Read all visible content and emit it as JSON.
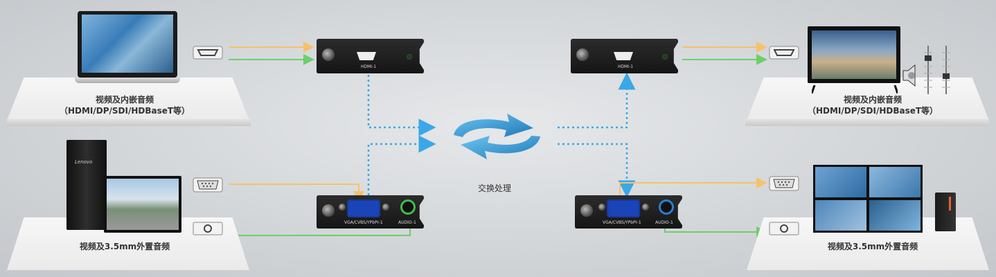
{
  "left_top_shelf": {
    "line1": "视频及内嵌音频",
    "line2": "（HDMI/DP/SDI/HDBaseT等）"
  },
  "left_bottom_shelf": {
    "line1": "视频及3.5mm外置音频"
  },
  "right_top_shelf": {
    "line1": "视频及内嵌音频",
    "line2": "（HDMI/DP/SDI/HDBaseT等）"
  },
  "right_bottom_shelf": {
    "line1": "视频及3.5mm外置音频"
  },
  "cards": {
    "input_hdmi": {
      "port": "HDMI-1"
    },
    "input_vga": {
      "port1": "VGA/CVBS/YPbPr-1",
      "port2": "AUDIO-1"
    },
    "output_hdmi": {
      "port": "HDMI-1"
    },
    "output_vga": {
      "port1": "VGA/CVBS/YPbPr-1",
      "port2": "AUDIO-1"
    }
  },
  "center": {
    "label": "交换处理"
  },
  "pc_brand": "Lenovo",
  "colors": {
    "video_line": "#f5c26b",
    "audio_line": "#6ccf6a",
    "signal_dotted": "#3ba7e6"
  }
}
